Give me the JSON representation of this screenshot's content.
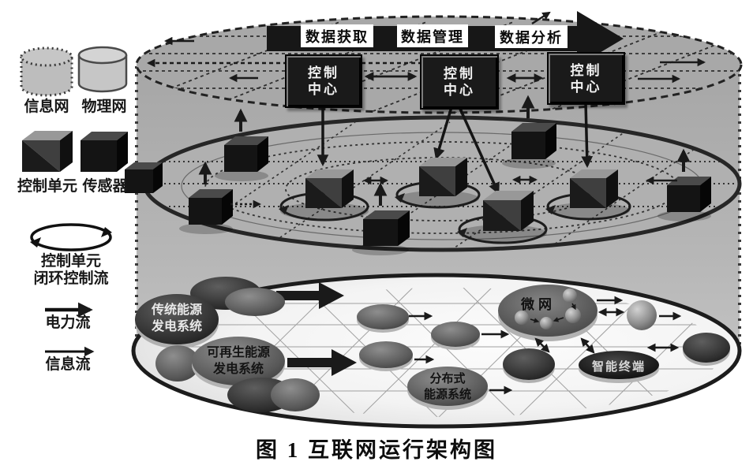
{
  "legend": {
    "info_net": "信息网",
    "physical_net": "物理网",
    "control_unit": "控制单元",
    "sensor": "传感器",
    "loop_line1": "控制单元",
    "loop_line2": "闭环控制流",
    "power_flow": "电力流",
    "info_flow": "信息流"
  },
  "process": {
    "acquisition": "数据获取",
    "management": "数据管理",
    "analysis": "数据分析"
  },
  "control_center": {
    "line1": "控制",
    "line2": "中心"
  },
  "physical": {
    "traditional_line1": "传统能源",
    "traditional_line2": "发电系统",
    "renewable_line1": "可再生能源",
    "renewable_line2": "发电系统",
    "distributed_line1": "分布式",
    "distributed_line2": "能源系统",
    "microgrid": "微网",
    "terminal": "智能终端"
  },
  "caption": "图 1 互联网运行架构图",
  "colors": {
    "ink": "#1a1a1a",
    "cylinder_fill": "#b5b5b5",
    "top_layer_fill": "#a8a8a8",
    "middle_layer_fill": "#b0b0b0",
    "bottom_layer_fill": "#f2f2f2",
    "box_fill": "#1a1a1a",
    "label_box_fill": "#ffffff"
  }
}
